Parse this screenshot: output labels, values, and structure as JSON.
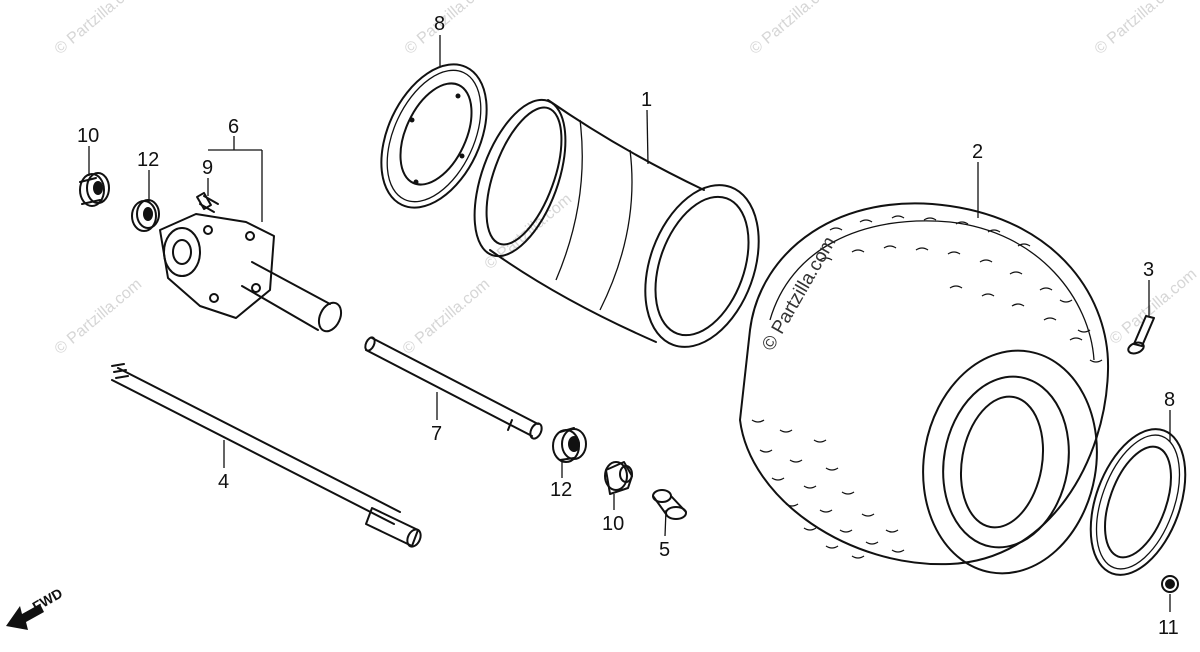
{
  "watermark_text": "© Partzilla.com",
  "direction_label": "FWD",
  "callouts": [
    {
      "id": "c1",
      "label": "1"
    },
    {
      "id": "c2",
      "label": "2"
    },
    {
      "id": "c3",
      "label": "3"
    },
    {
      "id": "c4",
      "label": "4"
    },
    {
      "id": "c5",
      "label": "5"
    },
    {
      "id": "c6",
      "label": "6"
    },
    {
      "id": "c7",
      "label": "7"
    },
    {
      "id": "c8a",
      "label": "8"
    },
    {
      "id": "c8b",
      "label": "8"
    },
    {
      "id": "c9",
      "label": "9"
    },
    {
      "id": "c10a",
      "label": "10"
    },
    {
      "id": "c10b",
      "label": "10"
    },
    {
      "id": "c11",
      "label": "11"
    },
    {
      "id": "c12a",
      "label": "12"
    },
    {
      "id": "c12b",
      "label": "12"
    }
  ]
}
